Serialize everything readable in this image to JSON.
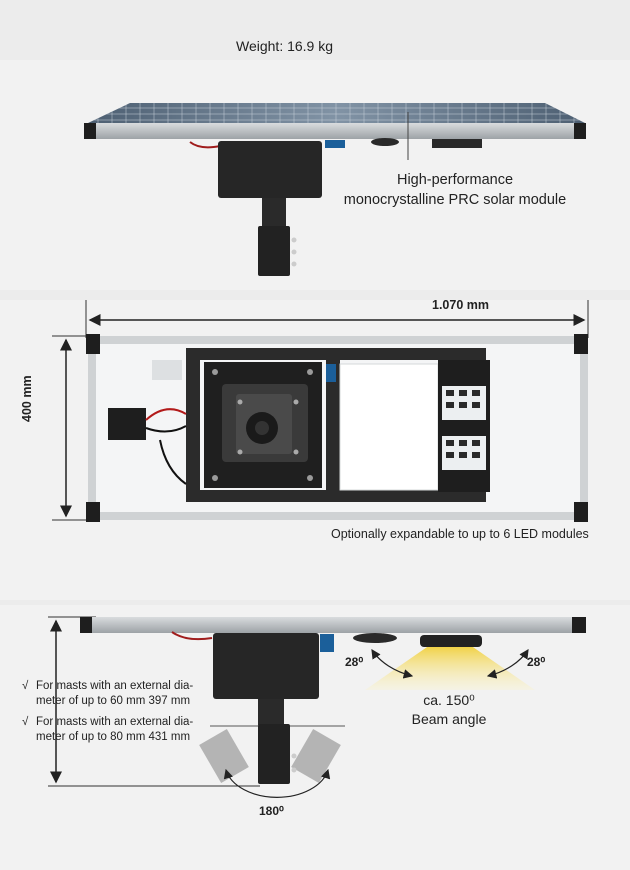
{
  "weight": "Weight: 16.9 kg",
  "solar_module": {
    "line1": "High-performance",
    "line2": "monocrystalline PRC solar module"
  },
  "dimensions": {
    "width": "1.070 mm",
    "height": "400 mm"
  },
  "led_caption": "Optionally expandable to up to 6 LED modules",
  "masts": [
    {
      "check": "√",
      "line1": "For masts with an external dia-",
      "line2": "meter of up to 60 mm 397 mm"
    },
    {
      "check": "√",
      "line1": "For masts with an external dia-",
      "line2": "meter of up to 80 mm 431 mm"
    }
  ],
  "angles": {
    "left_tilt": "28⁰",
    "right_tilt": "28⁰",
    "beam_value": "ca. 150⁰",
    "beam_label": "Beam angle",
    "rotation": "180⁰"
  },
  "colors": {
    "background": "#ececec",
    "panel_frame": "#b9bdc0",
    "cell_blue": "#5f7183",
    "housing": "#262626",
    "beam": "#f3d75a"
  }
}
